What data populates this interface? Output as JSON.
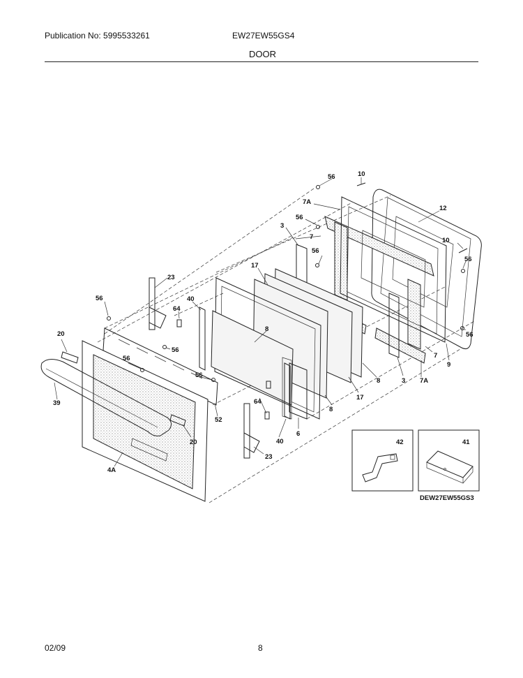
{
  "header": {
    "publication": "Publication No: 5995533261",
    "model": "EW27EW55GS4",
    "section": "DOOR"
  },
  "footer": {
    "date": "02/09",
    "page": "8"
  },
  "diagram": {
    "reference_code": "DEW27EW55GS3",
    "callouts": {
      "c56a": "56",
      "c10a": "10",
      "c7Aa": "7A",
      "c12": "12",
      "c56b": "56",
      "c3a": "3",
      "c7a": "7",
      "c10b": "10",
      "c56c": "56",
      "c56d": "56",
      "c17a": "17",
      "c23a": "23",
      "c56e": "56",
      "c40a": "40",
      "c64a": "64",
      "c8a": "8",
      "c20a": "20",
      "c56f": "56",
      "c56g": "56",
      "c56h": "56",
      "c56i": "56",
      "c7b": "7",
      "c9": "9",
      "c8b": "8",
      "c3b": "3",
      "c7Ab": "7A",
      "c17b": "17",
      "c39": "39",
      "c52": "52",
      "c64b": "64",
      "c8c": "8",
      "c6": "6",
      "c40b": "40",
      "c20b": "20",
      "c4A": "4A",
      "c23b": "23",
      "c42": "42",
      "c41": "41"
    }
  }
}
